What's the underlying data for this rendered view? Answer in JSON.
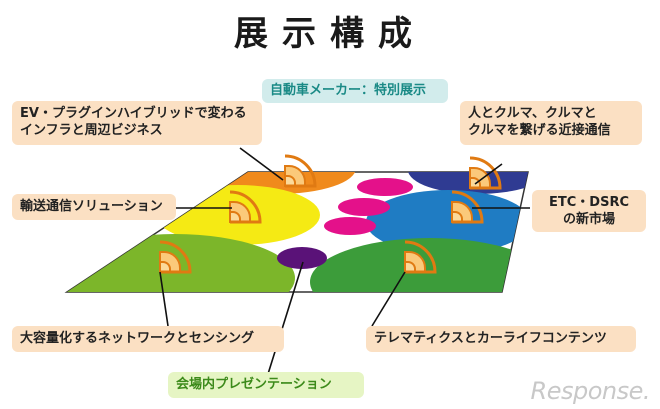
{
  "title": "展示構成",
  "zones": [
    {
      "id": "ev",
      "label": "EV・プラグインハイブリッドで変わる\nインフラと周辺ビジネス",
      "color": "#f08a1c"
    },
    {
      "id": "automaker",
      "label": "自動車メーカー：特別展示",
      "color": "#e4118a"
    },
    {
      "id": "people",
      "label": "人とクルマ、クルマと\nクルマを繋げる近接通信",
      "color": "#2f3b92"
    },
    {
      "id": "transport",
      "label": "輸送通信ソリューション",
      "color": "#f5ea14"
    },
    {
      "id": "etc",
      "label": "ETC・DSRC\nの新市場",
      "color": "#1f7cc3"
    },
    {
      "id": "sensing",
      "label": "大容量化するネットワークとセンシング",
      "color": "#7cb62a"
    },
    {
      "id": "presentation",
      "label": "会場内プレゼンテーション",
      "color": "#5a1278"
    },
    {
      "id": "telematics",
      "label": "テレマティクスとカーライフコンテンツ",
      "color": "#3c9c3a"
    }
  ],
  "colors": {
    "board_white": "#ffffff",
    "label_bg": "#fbe0c3",
    "automaker_label_bg": "#d2ecec",
    "presentation_label_bg": "#e6f5c4",
    "leader_line": "#111111"
  },
  "icon_name": "wifi-signal-icon",
  "watermark": "Response."
}
